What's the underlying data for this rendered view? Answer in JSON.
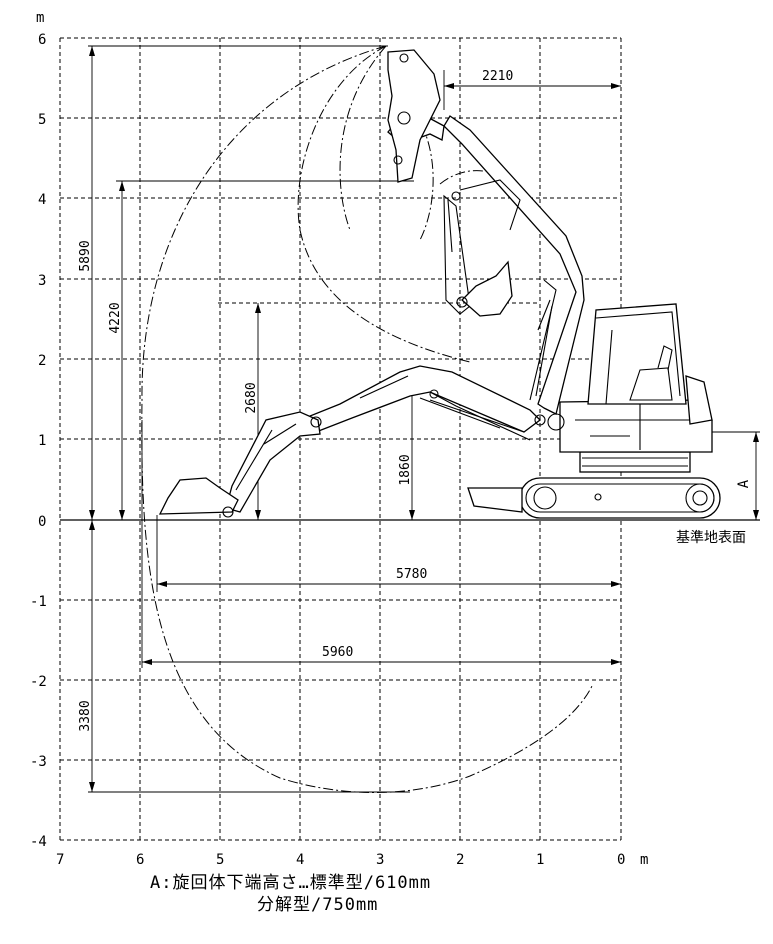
{
  "diagram": {
    "y_unit": "m",
    "x_unit": "m",
    "y_ticks": [
      "6",
      "5",
      "4",
      "3",
      "2",
      "1",
      "0",
      "-1",
      "-2",
      "-3",
      "-4"
    ],
    "x_ticks": [
      "7",
      "6",
      "5",
      "4",
      "3",
      "2",
      "1",
      "0"
    ],
    "dimensions": {
      "max_digging_height": "5890",
      "max_dumping_height": "4220",
      "boom_height": "2680",
      "max_digging_depth": "3380",
      "min_swing_radius": "2210",
      "max_vertical_wall": "1860",
      "max_reach_ground": "5780",
      "max_reach": "5960"
    },
    "labels": {
      "dim_a": "A",
      "ground_surface": "基準地表面"
    }
  },
  "notes": {
    "line1": "A:旋回体下端高さ…標準型/610mm",
    "line2": "分解型/750mm"
  }
}
